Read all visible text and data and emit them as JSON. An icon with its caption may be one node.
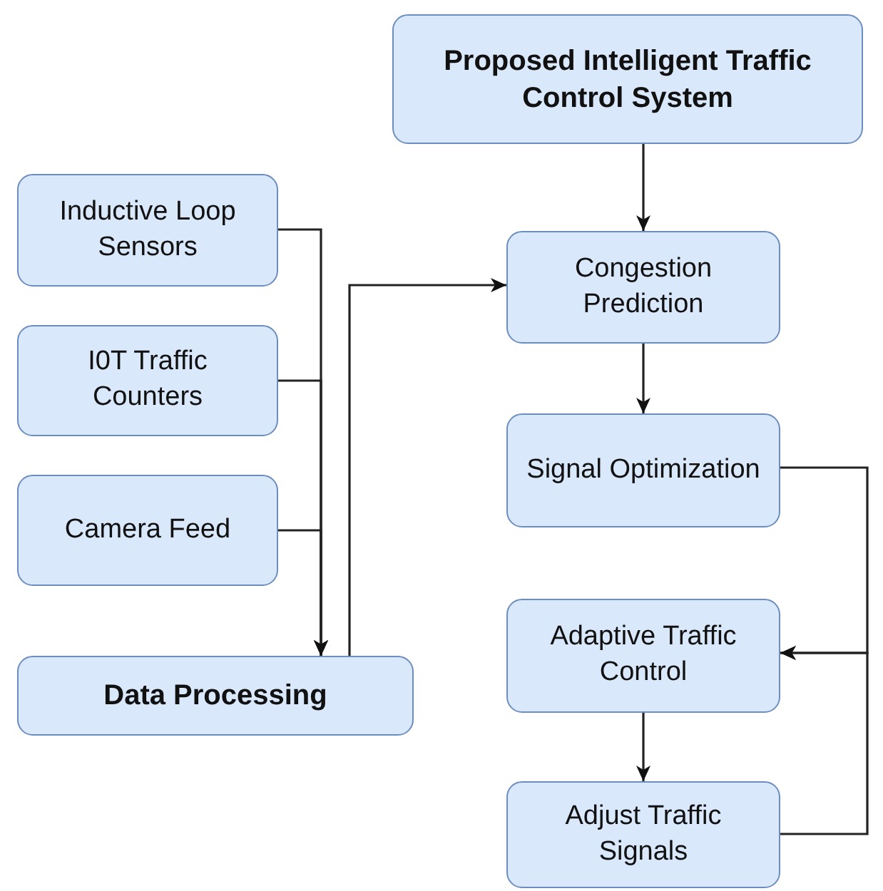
{
  "diagram": {
    "nodes": [
      {
        "text": [
          "Proposed Intelligent Traffic Control System"
        ]
      },
      {
        "text": [
          "Inductive Loop Sensors"
        ]
      },
      {
        "text": [
          "I0T Traffic Counters"
        ]
      },
      {
        "text": [
          "Camera Feed"
        ]
      },
      {
        "text": [
          "Data Processing"
        ]
      },
      {
        "text": [
          "Congestion Prediction"
        ]
      },
      {
        "text": [
          "Signal Optimization"
        ]
      },
      {
        "text": [
          "Adaptive Traffic Control"
        ]
      },
      {
        "text": [
          "Adjust Traffic Signals"
        ]
      }
    ],
    "edges": [
      {
        "from": 0,
        "to": 5,
        "arrow": "to"
      },
      {
        "from": 1,
        "to": 4,
        "arrow": "to"
      },
      {
        "from": 2,
        "to": 4,
        "arrow": "to"
      },
      {
        "from": 3,
        "to": 4,
        "arrow": "to"
      },
      {
        "from": 4,
        "to": 5,
        "arrow": "to"
      },
      {
        "from": 5,
        "to": 6,
        "arrow": "to"
      },
      {
        "from": 6,
        "to": 7,
        "arrow": "to"
      },
      {
        "from": 7,
        "to": 8,
        "arrow": "to"
      },
      {
        "from": 8,
        "to": 7,
        "arrow": "to"
      }
    ]
  }
}
